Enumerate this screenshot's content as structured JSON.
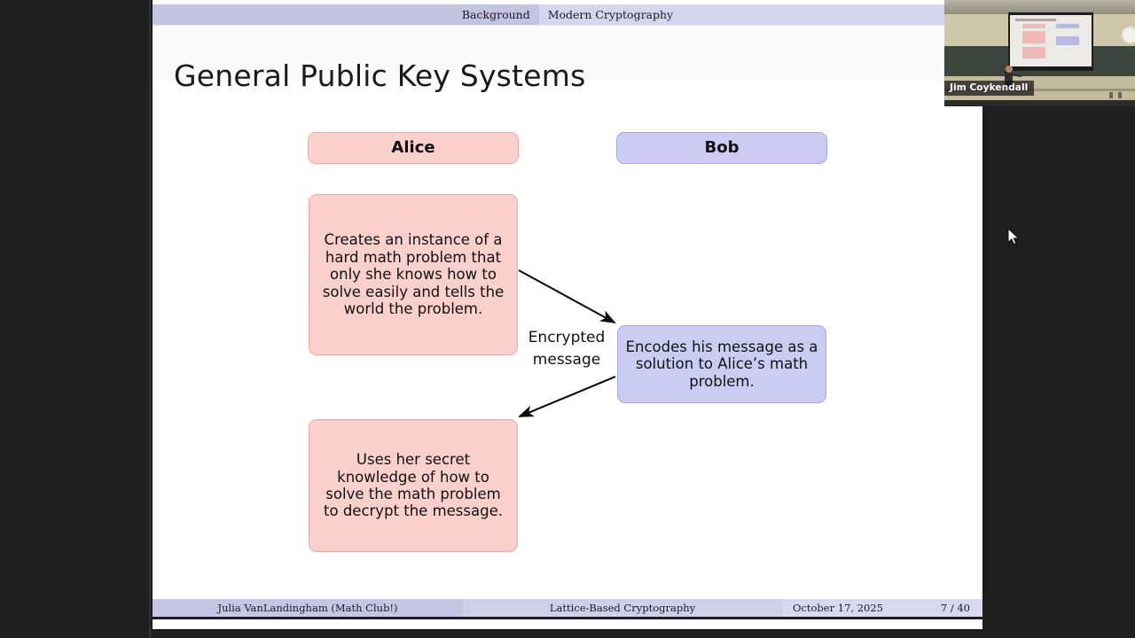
{
  "slide": {
    "nav": {
      "sections": [
        {
          "label": "Background",
          "active": true
        },
        {
          "label": "Modern Cryptography",
          "active": false
        }
      ]
    },
    "title": "General Public Key Systems",
    "diagram": {
      "type": "flow",
      "columns": [
        {
          "name": "alice",
          "header": "Alice",
          "color": "#fad0cd"
        },
        {
          "name": "bob",
          "header": "Bob",
          "color": "#ccccf2"
        }
      ],
      "nodes": [
        {
          "id": "alice-header",
          "party": "alice",
          "text": "Alice",
          "fill": "#fad0cd",
          "stroke": "#f1a8a5"
        },
        {
          "id": "bob-header",
          "party": "bob",
          "text": "Bob",
          "fill": "#ccccf2",
          "stroke": "#a6a6e2"
        },
        {
          "id": "alice-create",
          "party": "alice",
          "text": "Creates an instance of a hard math problem that only she knows how to solve easily and tells the world the problem.",
          "fill": "#fad0cd",
          "stroke": "#f1a8a5"
        },
        {
          "id": "bob-encode",
          "party": "bob",
          "text": "Encodes his message as a solution to Alice’s math problem.",
          "fill": "#ccccf2",
          "stroke": "#a6a6e2"
        },
        {
          "id": "alice-decrypt",
          "party": "alice",
          "text": "Uses her secret knowledge of how to solve the math problem to decrypt the message.",
          "fill": "#fad0cd",
          "stroke": "#f1a8a5"
        }
      ],
      "edges": [
        {
          "id": "edge-alice-to-bob",
          "from": "alice-create",
          "to": "bob-encode",
          "label": ""
        },
        {
          "id": "edge-bob-to-alice",
          "from": "bob-encode",
          "to": "alice-decrypt",
          "label": ""
        }
      ],
      "edge_label": "Encrypted message",
      "edge_label_lines": [
        "Encrypted",
        "message"
      ]
    },
    "footer": {
      "author": "Julia VanLandingham  (Math Club!)",
      "talk": "Lattice-Based Cryptography",
      "date": "October 17, 2025",
      "page": "7 / 40"
    }
  },
  "webcam": {
    "participant_name": "Jim Coykendall"
  }
}
